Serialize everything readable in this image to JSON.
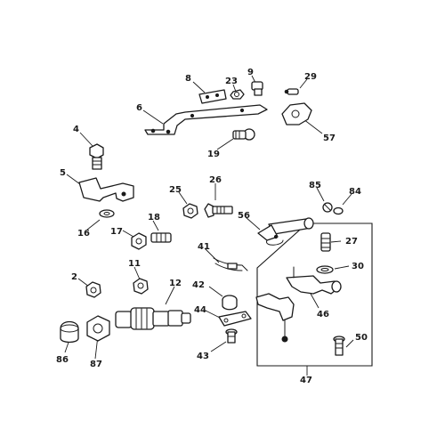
{
  "callouts": [
    "8",
    "23",
    "9",
    "29",
    "6",
    "57",
    "19",
    "4",
    "5",
    "25",
    "26",
    "85",
    "84",
    "16",
    "56",
    "17",
    "18",
    "27",
    "41",
    "30",
    "2",
    "11",
    "12",
    "42",
    "46",
    "44",
    "50",
    "86",
    "87",
    "43",
    "47"
  ]
}
